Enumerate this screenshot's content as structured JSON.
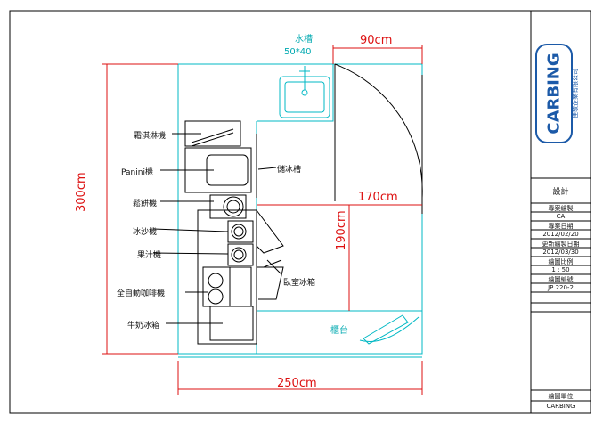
{
  "plan": {
    "sink_label": "水槽",
    "sink_size": "50*40",
    "dim_top": "90cm",
    "dim_right": "170cm",
    "dim_left": "300cm",
    "dim_mid": "190cm",
    "dim_bottom": "250cm",
    "equipment": [
      {
        "label": "霜淇淋機"
      },
      {
        "label": "Panini機"
      },
      {
        "label": "鬆餅機"
      },
      {
        "label": "冰沙機"
      },
      {
        "label": "果汁機"
      },
      {
        "label": "全自動咖啡機"
      },
      {
        "label": "牛奶冰箱"
      }
    ],
    "storage_label": "儲冰槽",
    "fridge_label": "臥室冰箱",
    "counter_label": "櫃台"
  },
  "title_block": {
    "logo_text": "CARBING",
    "company": "佳敬企業有限公司",
    "design": "設計",
    "drawn_by_label": "專案繪製",
    "drawn_by": "CA",
    "date_label": "專案日期",
    "date": "2012/02/20",
    "revised_label": "更新繪製日期",
    "revised": "2012/03/30",
    "scale_label": "繪圖比例",
    "scale": "1 : 50",
    "drawing_no_label": "繪圖編號",
    "drawing_no": "JP 220-2",
    "unit_label": "繪圖單位",
    "unit": "CARBING"
  }
}
